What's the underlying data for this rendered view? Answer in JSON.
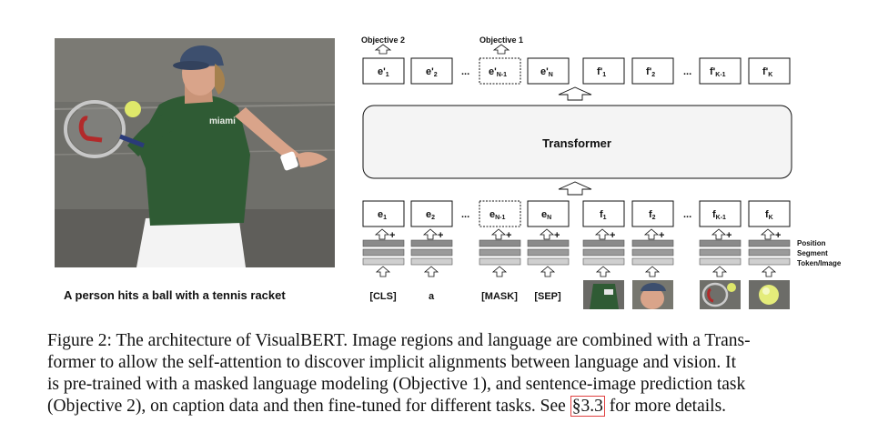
{
  "figure": {
    "photo_caption": "A person hits a ball with a tennis racket",
    "objective_2": "Objective 2",
    "objective_1": "Objective 1",
    "transformer": "Transformer",
    "ellipsis": "...",
    "output_text_tokens": [
      {
        "base": "e'",
        "sub": "1"
      },
      {
        "base": "e'",
        "sub": "2"
      },
      {
        "base": "e'",
        "sub": "N-1"
      },
      {
        "base": "e'",
        "sub": "N"
      }
    ],
    "output_image_tokens": [
      {
        "base": "f'",
        "sub": "1"
      },
      {
        "base": "f'",
        "sub": "2"
      },
      {
        "base": "f'",
        "sub": "K-1"
      },
      {
        "base": "f'",
        "sub": "K"
      }
    ],
    "input_text_tokens": [
      {
        "base": "e",
        "sub": "1"
      },
      {
        "base": "e",
        "sub": "2"
      },
      {
        "base": "e",
        "sub": "N-1"
      },
      {
        "base": "e",
        "sub": "N"
      }
    ],
    "input_image_tokens": [
      {
        "base": "f",
        "sub": "1"
      },
      {
        "base": "f",
        "sub": "2"
      },
      {
        "base": "f",
        "sub": "K-1"
      },
      {
        "base": "f",
        "sub": "K"
      }
    ],
    "plus_sign": "+",
    "embedding_labels": {
      "position": "Position",
      "segment": "Segment",
      "token_image": "Token/Image"
    },
    "word_tokens": [
      "[CLS]",
      "a",
      "[MASK]",
      "[SEP]"
    ]
  },
  "caption": {
    "line1": "Figure 2: The architecture of VisualBERT. Image regions and language are combined with a Trans-",
    "line2": "former to allow the self-attention to discover implicit alignments between language and vision. It",
    "line3": "is pre-trained with a masked language modeling (Objective 1), and sentence-image prediction task",
    "line4_before": "(Objective 2), on caption data and then fine-tuned for different tasks. See ",
    "line4_ref": "§3.3",
    "line4_after": " for more details."
  },
  "colors": {
    "embed_bar": "#8a8a8a",
    "embed_bar_light": "#cfcfcf",
    "transformer_fill": "#f4f4f4",
    "ref_box": "#e04040",
    "shirt": "#2f5b34",
    "skin": "#d9a48a"
  }
}
